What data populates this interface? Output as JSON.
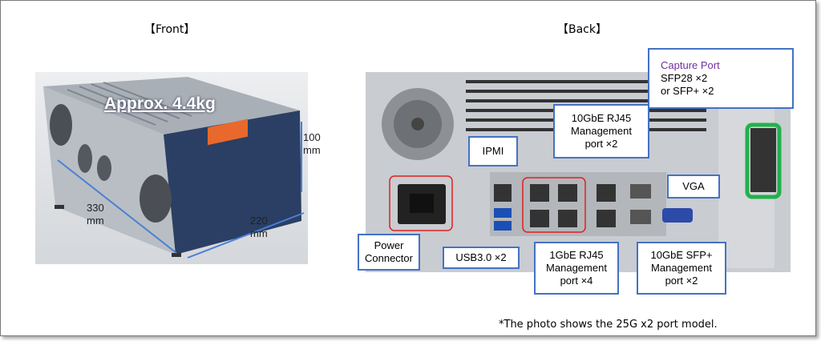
{
  "front": {
    "title": "【Front】",
    "weight": "Approx. 4.4kg",
    "dims": {
      "height": "100\nmm",
      "length": "330\nmm",
      "width": "220\nmm"
    }
  },
  "back": {
    "title": "【Back】",
    "callouts": {
      "capture": {
        "title": "Capture Port",
        "line1": "SFP28 ×2",
        "line2": "or SFP+ ×2"
      },
      "rj45_10g": {
        "line1": "10GbE RJ45",
        "line2": "Management",
        "line3": "port ×2"
      },
      "ipmi": "IPMI",
      "vga": "VGA",
      "power": {
        "line1": "Power",
        "line2": "Connector"
      },
      "usb": "USB3.0 ×2",
      "rj45_1g": {
        "line1": "1GbE RJ45",
        "line2": "Management",
        "line3": "port ×4"
      },
      "sfp_10g": {
        "line1": "10GbE SFP+",
        "line2": "Management",
        "line3": "port ×2"
      }
    }
  },
  "note": "*The photo shows the 25G x2 port model.",
  "colors": {
    "callout_border": "#4472c4",
    "highlight_red": "#e02020",
    "highlight_green": "#21b24b",
    "capture_text": "#7030a0"
  }
}
